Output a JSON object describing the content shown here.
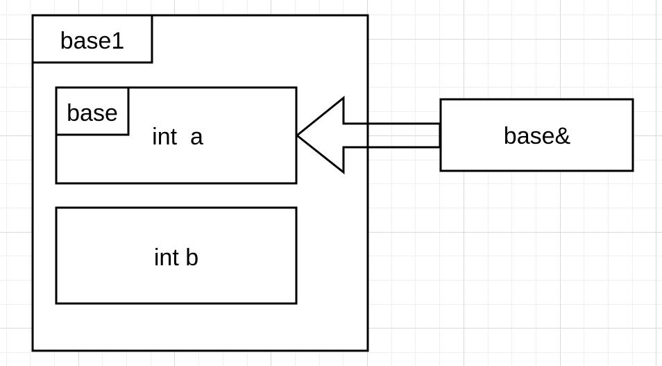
{
  "diagram": {
    "outer_class": {
      "title": "base1"
    },
    "base_subobject": {
      "tag": "base",
      "member": "int  a"
    },
    "derived_member": {
      "member": "int b"
    },
    "reference": {
      "label": "base&"
    }
  },
  "colors": {
    "stroke": "#000000",
    "fill": "#ffffff",
    "grid_minor": "#f0f0f0",
    "grid_major": "#d9d9d9"
  },
  "icons": {
    "arrow": "block-arrow-left"
  }
}
